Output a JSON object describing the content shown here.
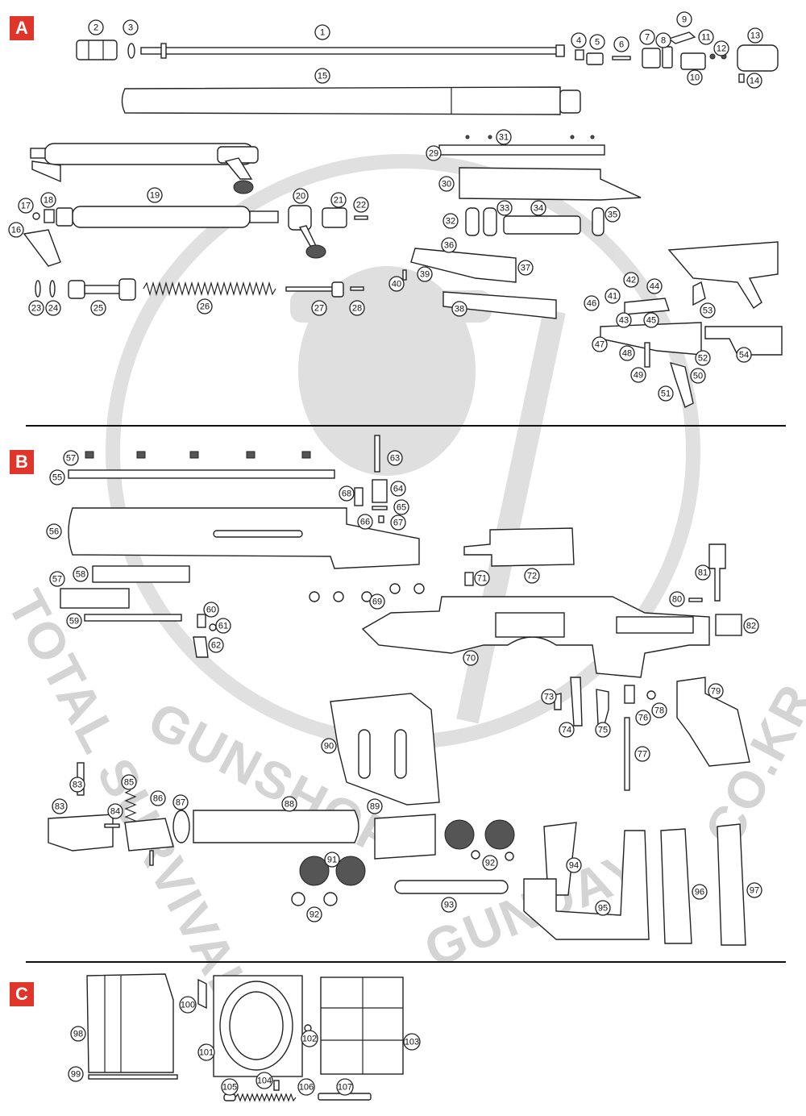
{
  "sections": {
    "A": {
      "label": "A",
      "color": "#e0352b"
    },
    "B": {
      "label": "B",
      "color": "#e0352b"
    },
    "C": {
      "label": "C",
      "color": "#e0352b"
    }
  },
  "watermark": {
    "line1": "TOTAL SURVIVAL",
    "line2": "GUNSHOP",
    "line3": "GUNDAY",
    "line4": ".CO.KR"
  },
  "callouts": [
    {
      "n": "1"
    },
    {
      "n": "2"
    },
    {
      "n": "3"
    },
    {
      "n": "4"
    },
    {
      "n": "5"
    },
    {
      "n": "6"
    },
    {
      "n": "7"
    },
    {
      "n": "8"
    },
    {
      "n": "9"
    },
    {
      "n": "10"
    },
    {
      "n": "11"
    },
    {
      "n": "12"
    },
    {
      "n": "13"
    },
    {
      "n": "14"
    },
    {
      "n": "15"
    },
    {
      "n": "16"
    },
    {
      "n": "17"
    },
    {
      "n": "18"
    },
    {
      "n": "19"
    },
    {
      "n": "20"
    },
    {
      "n": "21"
    },
    {
      "n": "22"
    },
    {
      "n": "23"
    },
    {
      "n": "24"
    },
    {
      "n": "25"
    },
    {
      "n": "26"
    },
    {
      "n": "27"
    },
    {
      "n": "28"
    },
    {
      "n": "29"
    },
    {
      "n": "30"
    },
    {
      "n": "31"
    },
    {
      "n": "32"
    },
    {
      "n": "33"
    },
    {
      "n": "34"
    },
    {
      "n": "35"
    },
    {
      "n": "36"
    },
    {
      "n": "37"
    },
    {
      "n": "38"
    },
    {
      "n": "39"
    },
    {
      "n": "40"
    },
    {
      "n": "41"
    },
    {
      "n": "42"
    },
    {
      "n": "43"
    },
    {
      "n": "44"
    },
    {
      "n": "45"
    },
    {
      "n": "46"
    },
    {
      "n": "47"
    },
    {
      "n": "48"
    },
    {
      "n": "49"
    },
    {
      "n": "50"
    },
    {
      "n": "51"
    },
    {
      "n": "52"
    },
    {
      "n": "53"
    },
    {
      "n": "54"
    },
    {
      "n": "55"
    },
    {
      "n": "56"
    },
    {
      "n": "57"
    },
    {
      "n": "57"
    },
    {
      "n": "58"
    },
    {
      "n": "59"
    },
    {
      "n": "60"
    },
    {
      "n": "61"
    },
    {
      "n": "62"
    },
    {
      "n": "63"
    },
    {
      "n": "64"
    },
    {
      "n": "65"
    },
    {
      "n": "66"
    },
    {
      "n": "67"
    },
    {
      "n": "68"
    },
    {
      "n": "69"
    },
    {
      "n": "70"
    },
    {
      "n": "71"
    },
    {
      "n": "72"
    },
    {
      "n": "73"
    },
    {
      "n": "74"
    },
    {
      "n": "75"
    },
    {
      "n": "76"
    },
    {
      "n": "77"
    },
    {
      "n": "78"
    },
    {
      "n": "79"
    },
    {
      "n": "80"
    },
    {
      "n": "81"
    },
    {
      "n": "82"
    },
    {
      "n": "83"
    },
    {
      "n": "83"
    },
    {
      "n": "84"
    },
    {
      "n": "85"
    },
    {
      "n": "86"
    },
    {
      "n": "87"
    },
    {
      "n": "88"
    },
    {
      "n": "89"
    },
    {
      "n": "90"
    },
    {
      "n": "91"
    },
    {
      "n": "92"
    },
    {
      "n": "92"
    },
    {
      "n": "93"
    },
    {
      "n": "94"
    },
    {
      "n": "95"
    },
    {
      "n": "96"
    },
    {
      "n": "97"
    },
    {
      "n": "98"
    },
    {
      "n": "99"
    },
    {
      "n": "100"
    },
    {
      "n": "101"
    },
    {
      "n": "102"
    },
    {
      "n": "103"
    },
    {
      "n": "104"
    },
    {
      "n": "105"
    },
    {
      "n": "106"
    },
    {
      "n": "107"
    }
  ]
}
